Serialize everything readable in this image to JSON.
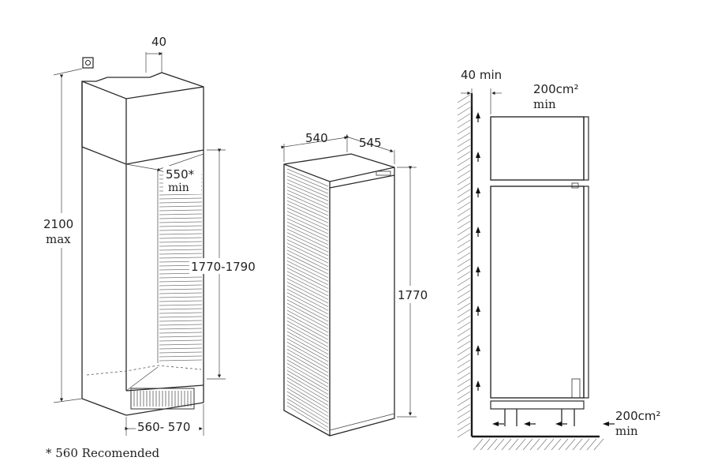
{
  "cabinet": {
    "dim_top_depth": "40",
    "dim_height_line1": "2100",
    "dim_height_line2": "max",
    "dim_depth_line1": "550*",
    "dim_depth_line2": "min",
    "dim_niche_height": "1770-1790",
    "dim_width": "560- 570"
  },
  "appliance": {
    "dim_width": "540",
    "dim_depth": "545",
    "dim_height": "1770"
  },
  "ventilation": {
    "dim_wall_gap": "40 min",
    "top_vent_line1": "200cm²",
    "top_vent_line2": "min",
    "bottom_vent_line1": "200cm²",
    "bottom_vent_line2": "min"
  },
  "footnote": "* 560 Recomended"
}
